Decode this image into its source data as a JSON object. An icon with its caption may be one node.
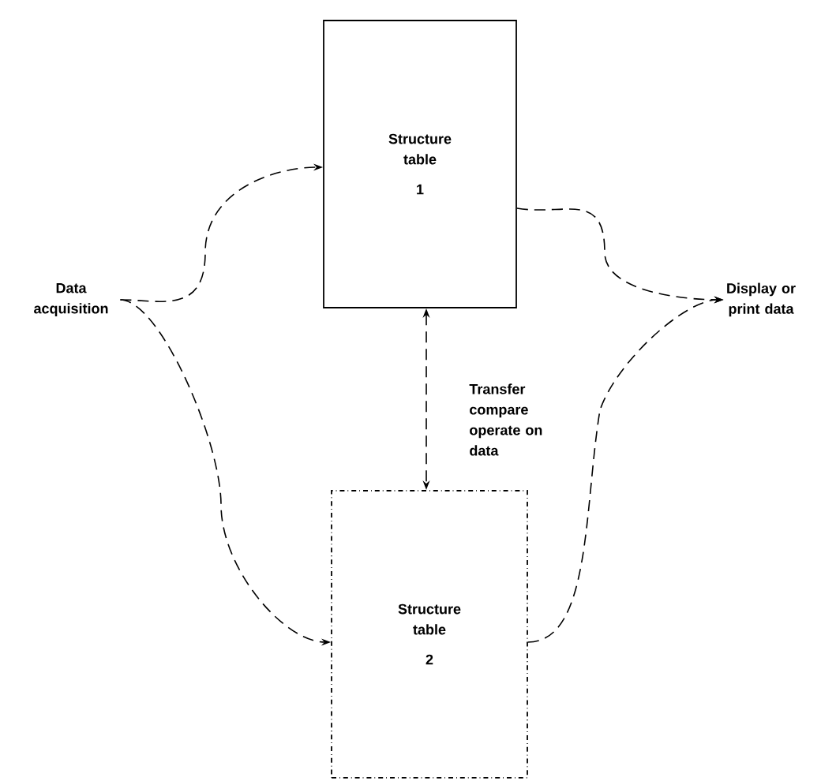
{
  "diagram": {
    "nodes": [
      {
        "text": [
          "Structure table",
          "1"
        ]
      },
      {
        "text": [
          "Structure table",
          "2"
        ]
      },
      {
        "text": [
          "Data acquisition"
        ]
      },
      {
        "text": [
          "Display or print data"
        ]
      }
    ],
    "edges": [
      {
        "from": 2,
        "to": 0,
        "arrow": "to",
        "style": "dashed"
      },
      {
        "from": 2,
        "to": 1,
        "arrow": "to",
        "style": "dashed"
      },
      {
        "from": 0,
        "to": 3,
        "arrow": "to",
        "style": "dashed"
      },
      {
        "from": 1,
        "to": 3,
        "arrow": "to",
        "style": "dashed"
      },
      {
        "from": 0,
        "to": 1,
        "arrow": "both",
        "style": "dashed",
        "label": "Transfer compare operate on data"
      }
    ]
  }
}
